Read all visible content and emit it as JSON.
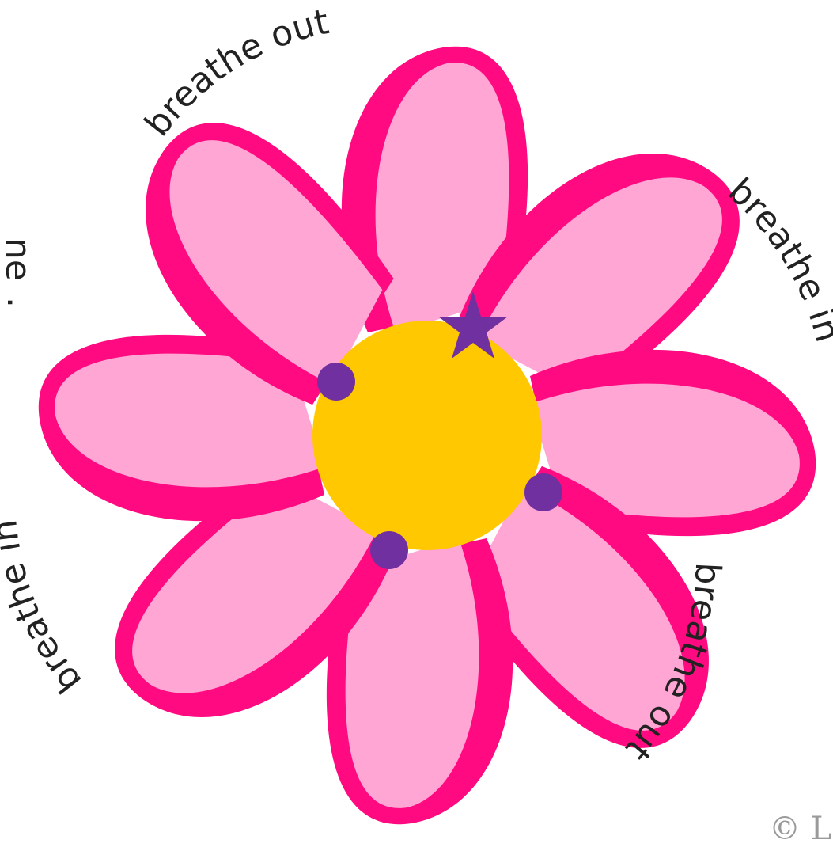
{
  "labels": {
    "top": "breathe out",
    "right": "breathe in",
    "bottom": "breathe out",
    "left": "breathe in"
  },
  "edge_text": {
    "left_fragment": "ne",
    "left_punct": "."
  },
  "copyright": "© Le",
  "colors": {
    "petal_outer": "#ff0a80",
    "petal_inner": "#ffa6d5",
    "center": "#ffc800",
    "marker": "#7030a0"
  },
  "icons": {
    "marker_dot": "purple-dot",
    "marker_star": "purple-star"
  }
}
